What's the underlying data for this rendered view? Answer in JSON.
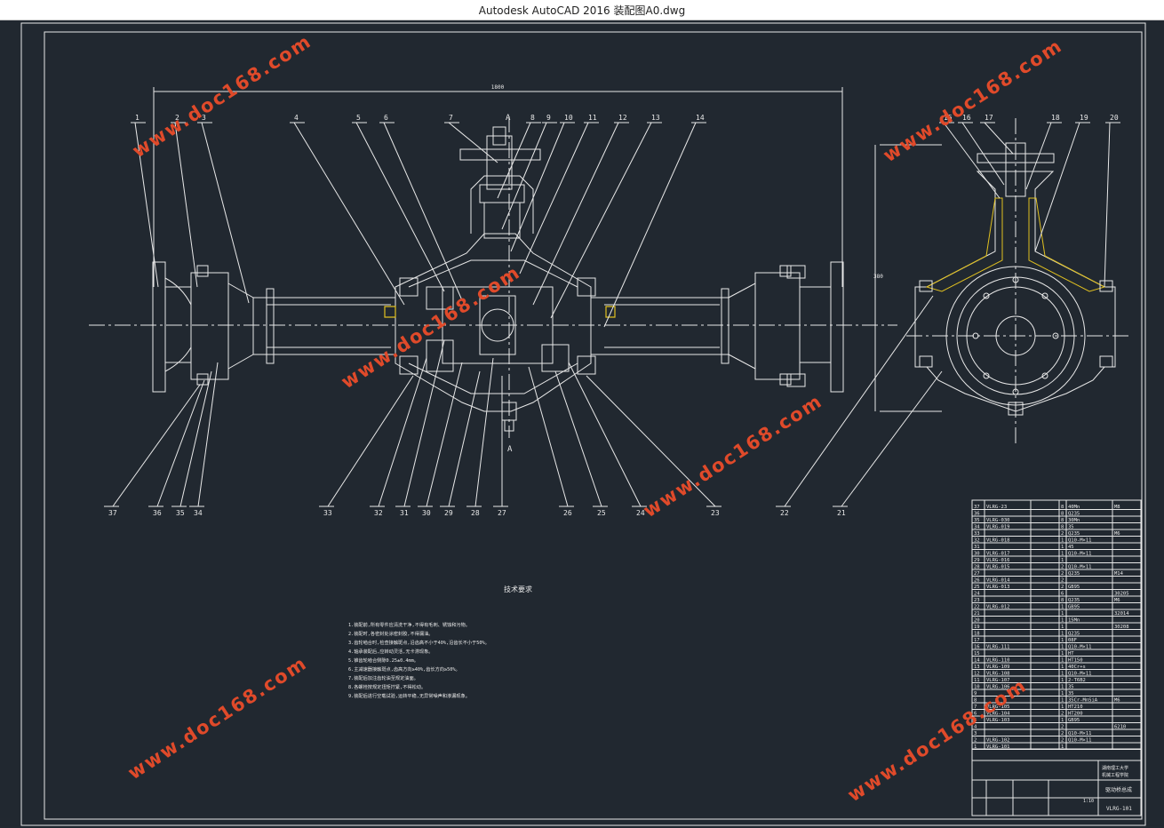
{
  "window": {
    "title": "Autodesk AutoCAD 2016    装配图A0.dwg"
  },
  "watermark": "www.doc168.com",
  "dimensions": {
    "overall_length": "1800",
    "height": "380"
  },
  "section_marks": {
    "label": "A"
  },
  "balloons_top": [
    "1",
    "2",
    "3",
    "4",
    "5",
    "6",
    "7",
    "8",
    "9",
    "10",
    "11",
    "12",
    "13",
    "14"
  ],
  "balloons_side": [
    "15",
    "16",
    "17",
    "18",
    "19",
    "20"
  ],
  "balloons_bottom": [
    "37",
    "36",
    "35",
    "34",
    "33",
    "32",
    "31",
    "30",
    "29",
    "28",
    "27",
    "26",
    "25",
    "24",
    "23",
    "22",
    "21"
  ],
  "tech_req": {
    "title": "技术要求",
    "lines": [
      "1.装配前,所有零件应清洗干净,不得有毛刺、锈蚀和污物。",
      "2.装配时,各密封处涂密封胶,不得漏油。",
      "3.齿轮啮合时,检查接触斑点,沿齿高不小于40%,沿齿长不小于50%。",
      "4.轴承装配后,应转动灵活,无卡滞现象。",
      "5.锥齿轮啮合侧隙0.25±0.4mm。",
      "6.主减速器接触斑点,齿高方向≥40%,齿长方向≥50%。",
      "7.装配后加注齿轮油至规定油面。",
      "8.各螺栓按规定扭矩拧紧,不得松动。",
      "9.装配后进行空载试验,运转平稳,无异常噪声和渗漏现象。"
    ]
  },
  "bom": {
    "rows": [
      [
        "37",
        "VLRG-23",
        "",
        "8",
        "40Mn",
        "M8"
      ],
      [
        "36",
        "",
        "",
        "8",
        "Q235",
        ""
      ],
      [
        "35",
        "VLRG-030",
        "",
        "8",
        "30Mn",
        ""
      ],
      [
        "34",
        "VLRG-019",
        "",
        "8",
        "35",
        ""
      ],
      [
        "33",
        "",
        "",
        "2",
        "Q235",
        "M6"
      ],
      [
        "32",
        "VLRG-018",
        "",
        "1",
        "Q10-M×11",
        ""
      ],
      [
        "31",
        "",
        "",
        "1",
        "45",
        ""
      ],
      [
        "30",
        "VLRG-017",
        "",
        "1",
        "Q10-M×11",
        ""
      ],
      [
        "29",
        "VLRG-016",
        "",
        "1",
        "",
        ""
      ],
      [
        "28",
        "VLRG-015",
        "",
        "2",
        "Q10-M×11",
        ""
      ],
      [
        "27",
        "",
        "",
        "2",
        "Q235",
        "M14"
      ],
      [
        "26",
        "VLRG-014",
        "",
        "2",
        "",
        ""
      ],
      [
        "25",
        "VLRG-013",
        "",
        "2",
        "GB95",
        ""
      ],
      [
        "24",
        "",
        "",
        "6",
        "",
        "30205"
      ],
      [
        "23",
        "",
        "",
        "8",
        "Q235",
        "M6"
      ],
      [
        "22",
        "VLRG-012",
        "",
        "1",
        "GB95",
        ""
      ],
      [
        "21",
        "",
        "",
        "1",
        "",
        "32014"
      ],
      [
        "20",
        "",
        "",
        "1",
        "15Mn",
        ""
      ],
      [
        "19",
        "",
        "",
        "1",
        "",
        "30208"
      ],
      [
        "18",
        "",
        "",
        "1",
        "Q235",
        ""
      ],
      [
        "17",
        "",
        "",
        "1",
        "08F",
        ""
      ],
      [
        "16",
        "VLRG-111",
        "",
        "1",
        "Q10-M×11",
        ""
      ],
      [
        "15",
        "",
        "",
        "1",
        "HT",
        ""
      ],
      [
        "14",
        "VLRG-110",
        "",
        "1",
        "HT150",
        ""
      ],
      [
        "13",
        "VLRG-109",
        "",
        "1",
        "40Cr+s",
        ""
      ],
      [
        "12",
        "VLRG-108",
        "",
        "1",
        "Q10-M×11",
        ""
      ],
      [
        "11",
        "VLRG-107",
        "",
        "1",
        "2-T6B2",
        ""
      ],
      [
        "10",
        "VLRG-106",
        "",
        "1",
        "35",
        ""
      ],
      [
        "9",
        "",
        "",
        "1",
        "35",
        ""
      ],
      [
        "8",
        "",
        "",
        "1",
        "35Cr-MnSiA",
        "M6"
      ],
      [
        "7",
        "VLRG-105",
        "",
        "1",
        "HT210",
        ""
      ],
      [
        "6",
        "VLRG-104",
        "",
        "2",
        "HT200",
        ""
      ],
      [
        "5",
        "VLRG-103",
        "",
        "1",
        "GB95",
        ""
      ],
      [
        "4",
        "",
        "",
        "2",
        "",
        "6210"
      ],
      [
        "3",
        "",
        "",
        "2",
        "Q10-M×11",
        ""
      ],
      [
        "2",
        "VLRG-102",
        "",
        "2",
        "Q10-M×11",
        ""
      ],
      [
        "1",
        "VLRG-101",
        "",
        "1",
        "",
        ""
      ]
    ],
    "title_block": {
      "school": "湖南理工大学",
      "dept": "机械工程学院",
      "drawing_name": "驱动桥总成",
      "drawing_no": "VLRG-101",
      "scale": "1:10"
    }
  },
  "colors": {
    "background": "#212830",
    "line": "#e8e8e8",
    "watermark": "#e04a2a",
    "highlight": "#e0c020"
  }
}
